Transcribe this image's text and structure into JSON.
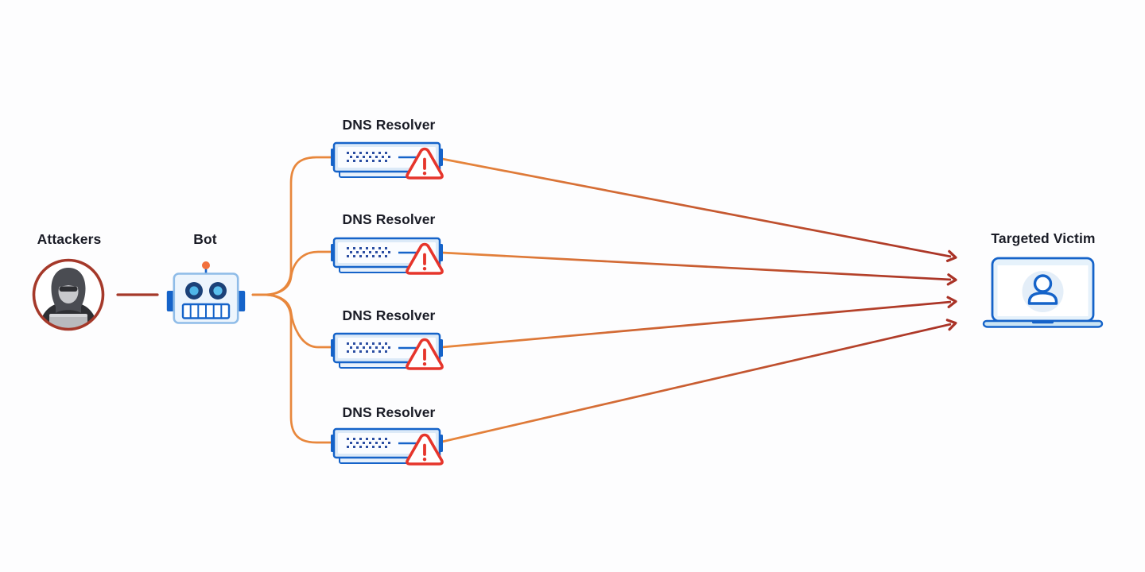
{
  "diagram": {
    "type": "ddos-dns-amplification-attack-diagram",
    "background_color": "#FDFDFE",
    "nodes": {
      "attackers": {
        "label": "Attackers",
        "icon": "hacker-icon"
      },
      "bot": {
        "label": "Bot",
        "icon": "robot-icon"
      },
      "resolvers": [
        {
          "label": "DNS Resolver",
          "icon": "dns-server-icon",
          "badge_icon": "warning-triangle-icon"
        },
        {
          "label": "DNS Resolver",
          "icon": "dns-server-icon",
          "badge_icon": "warning-triangle-icon"
        },
        {
          "label": "DNS Resolver",
          "icon": "dns-server-icon",
          "badge_icon": "warning-triangle-icon"
        },
        {
          "label": "DNS Resolver",
          "icon": "dns-server-icon",
          "badge_icon": "warning-triangle-icon"
        }
      ],
      "victim": {
        "label": "Targeted Victim",
        "icon": "laptop-user-icon"
      }
    },
    "edges": [
      {
        "from": "attackers",
        "to": "bot",
        "style": "straight",
        "color": "#A5392A",
        "arrow": false
      },
      {
        "from": "bot",
        "to": "resolver-1",
        "style": "curved",
        "color": "#E8873C",
        "arrow": false
      },
      {
        "from": "bot",
        "to": "resolver-2",
        "style": "curved",
        "color": "#E8873C",
        "arrow": false
      },
      {
        "from": "bot",
        "to": "resolver-3",
        "style": "curved",
        "color": "#E8873C",
        "arrow": false
      },
      {
        "from": "bot",
        "to": "resolver-4",
        "style": "curved",
        "color": "#E8873C",
        "arrow": false
      },
      {
        "from": "resolver-1",
        "to": "victim",
        "style": "straight",
        "gradient": [
          "#E8873C",
          "#A93226"
        ],
        "arrow": true
      },
      {
        "from": "resolver-2",
        "to": "victim",
        "style": "straight",
        "gradient": [
          "#E8873C",
          "#A93226"
        ],
        "arrow": true
      },
      {
        "from": "resolver-3",
        "to": "victim",
        "style": "straight",
        "gradient": [
          "#E8873C",
          "#A93226"
        ],
        "arrow": true
      },
      {
        "from": "resolver-4",
        "to": "victim",
        "style": "straight",
        "gradient": [
          "#E8873C",
          "#A93226"
        ],
        "arrow": true
      }
    ],
    "colors": {
      "orange": "#E8873C",
      "dark_red": "#A93226",
      "attacker_ring_red": "#A5392A",
      "alert_red": "#E6352B",
      "node_blue": "#1563C9",
      "node_blue_dark": "#2B4EA2",
      "node_fill_light": "#E8F1FB",
      "robot_border": "#8FBCE8",
      "robot_eye_navy": "#1B4178",
      "robot_eye_cyan": "#4FB6E8",
      "antenna_orange": "#F2703C",
      "text": "#1A1C26"
    }
  }
}
